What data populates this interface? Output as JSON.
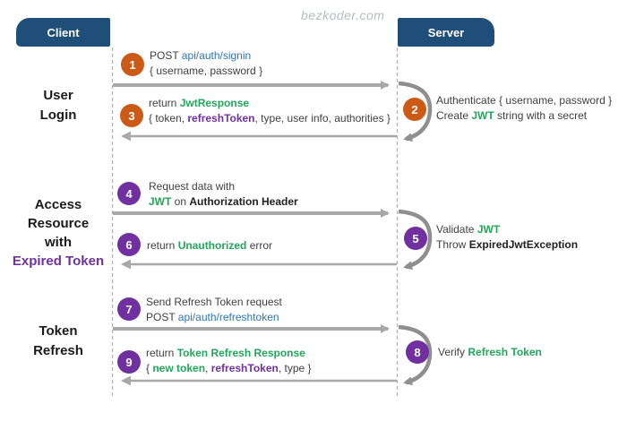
{
  "watermark": "bezkoder.com",
  "actors": {
    "client": "Client",
    "server": "Server"
  },
  "colors": {
    "header_bg": "#1f4e79",
    "badge_orange": "#cb5a17",
    "badge_purple": "#7030a0",
    "green_text": "#1fa75a",
    "purple_text": "#7030a0",
    "link_blue": "#2e75b6",
    "arrow_gray": "#a8a8a8",
    "arc_gray": "#8f8f8f",
    "body_text": "#3f3f3f"
  },
  "sections": {
    "login": {
      "line1": "User",
      "line2": "Login"
    },
    "access": {
      "line1": "Access",
      "line2": "Resource",
      "line3": "with",
      "line4": "Expired Token"
    },
    "refresh": {
      "line1": "Token",
      "line2": "Refresh"
    }
  },
  "steps": {
    "s1": {
      "num": "1",
      "l1a": "POST ",
      "l1b": "api/auth/signin",
      "l2": "{ username, password }"
    },
    "s2": {
      "num": "2",
      "l1": "Authenticate { username, password }",
      "l2a": "Create ",
      "l2b": "JWT",
      "l2c": " string with a secret"
    },
    "s3": {
      "num": "3",
      "l1a": "return ",
      "l1b": "JwtResponse",
      "l2a": "{ token, ",
      "l2b": "refreshToken",
      "l2c": ", type, user info, authorities }"
    },
    "s4": {
      "num": "4",
      "l1": "Request data with",
      "l2a": "JWT",
      "l2b": " on ",
      "l2c": "Authorization Header"
    },
    "s5": {
      "num": "5",
      "l1a": "Validate ",
      "l1b": "JWT",
      "l2a": "Throw ",
      "l2b": "ExpiredJwtException"
    },
    "s6": {
      "num": "6",
      "l1a": "return ",
      "l1b": "Unauthorized",
      "l1c": " error"
    },
    "s7": {
      "num": "7",
      "l1": "Send Refresh Token request",
      "l2a": "POST ",
      "l2b": "api/auth/refreshtoken"
    },
    "s8": {
      "num": "8",
      "l1a": "Verify ",
      "l1b": "Refresh Token"
    },
    "s9": {
      "num": "9",
      "l1a": "return ",
      "l1b": "Token Refresh Response",
      "l2a": "{ ",
      "l2b": "new token",
      "l2c": ", ",
      "l2d": "refreshToken",
      "l2e": ", type }"
    }
  }
}
